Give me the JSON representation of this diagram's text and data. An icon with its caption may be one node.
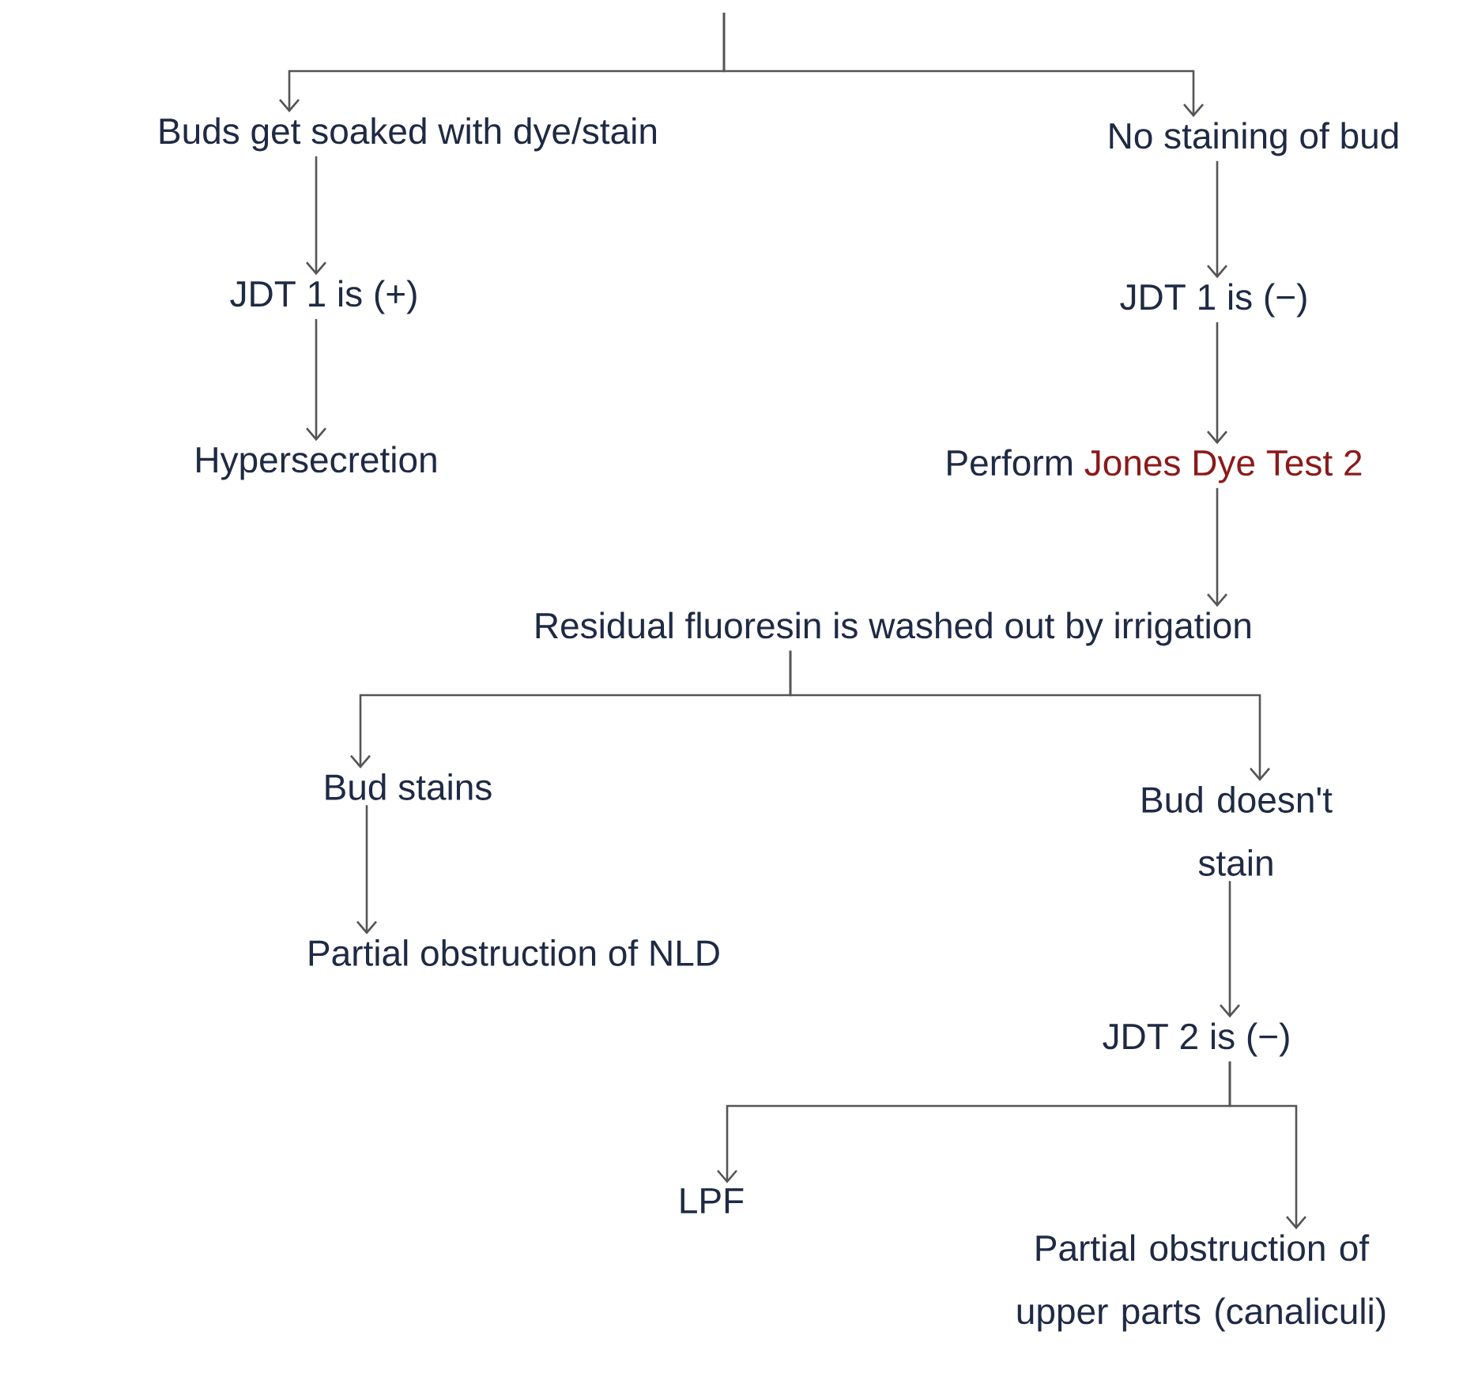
{
  "diagram": {
    "nodes": [
      {
        "text": [
          "Buds get soaked with dye/stain"
        ]
      },
      {
        "text": [
          "No staining of bud"
        ]
      },
      {
        "text": [
          "JDT 1 is (+)"
        ]
      },
      {
        "text": [
          "JDT 1 is (−)"
        ]
      },
      {
        "text": [
          "Hypersecretion"
        ]
      },
      {
        "text": [
          "Perform",
          "Jones Dye Test 2"
        ]
      },
      {
        "text": [
          "Residual fluoresin is washed out by irrigation"
        ]
      },
      {
        "text": [
          "Bud stains"
        ]
      },
      {
        "text": [
          "Bud doesn't stain"
        ]
      },
      {
        "text": [
          "Partial obstruction of NLD"
        ]
      },
      {
        "text": [
          "JDT 2 is (−)"
        ]
      },
      {
        "text": [
          "LPF"
        ]
      },
      {
        "text": [
          "Partial obstruction of upper parts (canaliculi)"
        ]
      }
    ],
    "edges": [
      {
        "from": null,
        "to": 0,
        "arrow": "to"
      },
      {
        "from": null,
        "to": 1,
        "arrow": "to"
      },
      {
        "from": 0,
        "to": 2,
        "arrow": "to"
      },
      {
        "from": 2,
        "to": 4,
        "arrow": "to"
      },
      {
        "from": 1,
        "to": 3,
        "arrow": "to"
      },
      {
        "from": 3,
        "to": 5,
        "arrow": "to"
      },
      {
        "from": 5,
        "to": 6,
        "arrow": "to"
      },
      {
        "from": 6,
        "to": 7,
        "arrow": "to"
      },
      {
        "from": 6,
        "to": 8,
        "arrow": "to"
      },
      {
        "from": 7,
        "to": 9,
        "arrow": "to"
      },
      {
        "from": 8,
        "to": 10,
        "arrow": "to"
      },
      {
        "from": 10,
        "to": 11,
        "arrow": "to"
      },
      {
        "from": 10,
        "to": 12,
        "arrow": "to"
      }
    ]
  }
}
